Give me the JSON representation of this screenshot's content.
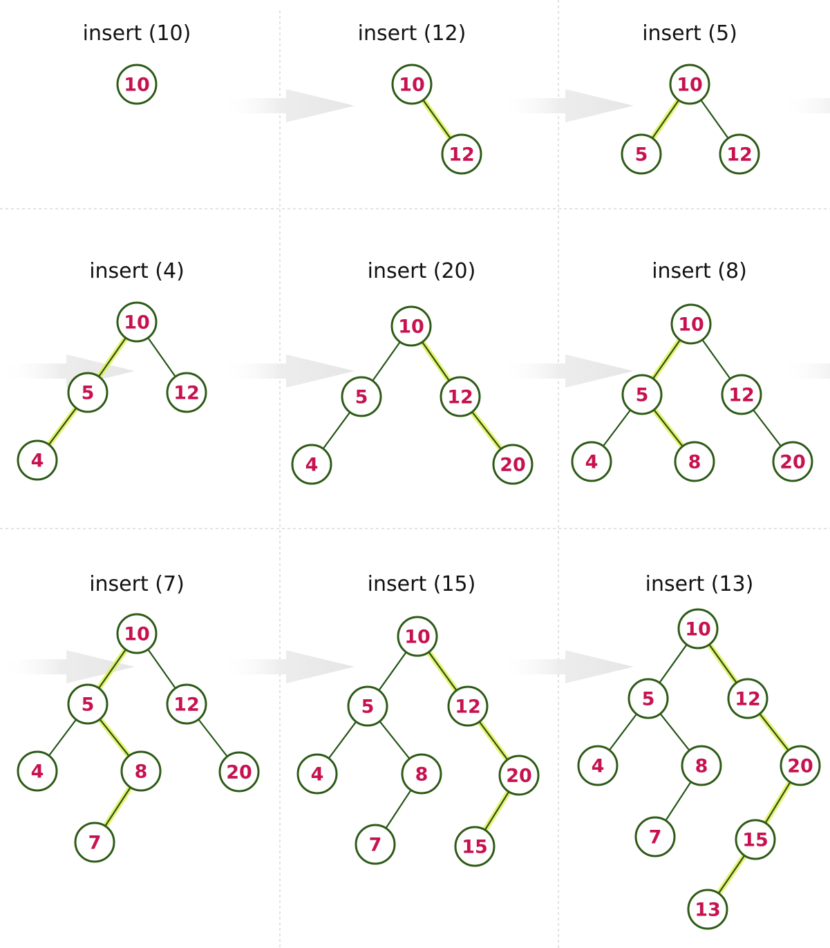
{
  "diagram": {
    "panels": [
      {
        "title": "insert (10)",
        "nodes": [
          {
            "id": "n10",
            "label": "10"
          }
        ],
        "edges": []
      },
      {
        "title": "insert (12)",
        "nodes": [
          {
            "id": "n10",
            "label": "10"
          },
          {
            "id": "n12",
            "label": "12"
          }
        ],
        "edges": [
          {
            "from": "n10",
            "to": "n12",
            "highlighted": true
          }
        ]
      },
      {
        "title": "insert (5)",
        "nodes": [
          {
            "id": "n10",
            "label": "10"
          },
          {
            "id": "n5",
            "label": "5"
          },
          {
            "id": "n12",
            "label": "12"
          }
        ],
        "edges": [
          {
            "from": "n10",
            "to": "n5",
            "highlighted": true
          },
          {
            "from": "n10",
            "to": "n12",
            "highlighted": false
          }
        ]
      },
      {
        "title": "insert (4)",
        "nodes": [
          {
            "id": "n10",
            "label": "10"
          },
          {
            "id": "n5",
            "label": "5"
          },
          {
            "id": "n12",
            "label": "12"
          },
          {
            "id": "n4",
            "label": "4"
          }
        ],
        "edges": [
          {
            "from": "n10",
            "to": "n5",
            "highlighted": true
          },
          {
            "from": "n10",
            "to": "n12",
            "highlighted": false
          },
          {
            "from": "n5",
            "to": "n4",
            "highlighted": true
          }
        ]
      },
      {
        "title": "insert (20)",
        "nodes": [
          {
            "id": "n10",
            "label": "10"
          },
          {
            "id": "n5",
            "label": "5"
          },
          {
            "id": "n12",
            "label": "12"
          },
          {
            "id": "n4",
            "label": "4"
          },
          {
            "id": "n20",
            "label": "20"
          }
        ],
        "edges": [
          {
            "from": "n10",
            "to": "n5",
            "highlighted": false
          },
          {
            "from": "n10",
            "to": "n12",
            "highlighted": true
          },
          {
            "from": "n5",
            "to": "n4",
            "highlighted": false
          },
          {
            "from": "n12",
            "to": "n20",
            "highlighted": true
          }
        ]
      },
      {
        "title": "insert (8)",
        "nodes": [
          {
            "id": "n10",
            "label": "10"
          },
          {
            "id": "n5",
            "label": "5"
          },
          {
            "id": "n12",
            "label": "12"
          },
          {
            "id": "n4",
            "label": "4"
          },
          {
            "id": "n8",
            "label": "8"
          },
          {
            "id": "n20",
            "label": "20"
          }
        ],
        "edges": [
          {
            "from": "n10",
            "to": "n5",
            "highlighted": true
          },
          {
            "from": "n10",
            "to": "n12",
            "highlighted": false
          },
          {
            "from": "n5",
            "to": "n4",
            "highlighted": false
          },
          {
            "from": "n5",
            "to": "n8",
            "highlighted": true
          },
          {
            "from": "n12",
            "to": "n20",
            "highlighted": false
          }
        ]
      },
      {
        "title": "insert (7)",
        "nodes": [
          {
            "id": "n10",
            "label": "10"
          },
          {
            "id": "n5",
            "label": "5"
          },
          {
            "id": "n12",
            "label": "12"
          },
          {
            "id": "n4",
            "label": "4"
          },
          {
            "id": "n8",
            "label": "8"
          },
          {
            "id": "n20",
            "label": "20"
          },
          {
            "id": "n7",
            "label": "7"
          }
        ],
        "edges": [
          {
            "from": "n10",
            "to": "n5",
            "highlighted": true
          },
          {
            "from": "n10",
            "to": "n12",
            "highlighted": false
          },
          {
            "from": "n5",
            "to": "n4",
            "highlighted": false
          },
          {
            "from": "n5",
            "to": "n8",
            "highlighted": true
          },
          {
            "from": "n12",
            "to": "n20",
            "highlighted": false
          },
          {
            "from": "n8",
            "to": "n7",
            "highlighted": true
          }
        ]
      },
      {
        "title": "insert (15)",
        "nodes": [
          {
            "id": "n10",
            "label": "10"
          },
          {
            "id": "n5",
            "label": "5"
          },
          {
            "id": "n12",
            "label": "12"
          },
          {
            "id": "n4",
            "label": "4"
          },
          {
            "id": "n8",
            "label": "8"
          },
          {
            "id": "n20",
            "label": "20"
          },
          {
            "id": "n7",
            "label": "7"
          },
          {
            "id": "n15",
            "label": "15"
          }
        ],
        "edges": [
          {
            "from": "n10",
            "to": "n5",
            "highlighted": false
          },
          {
            "from": "n10",
            "to": "n12",
            "highlighted": true
          },
          {
            "from": "n5",
            "to": "n4",
            "highlighted": false
          },
          {
            "from": "n5",
            "to": "n8",
            "highlighted": false
          },
          {
            "from": "n12",
            "to": "n20",
            "highlighted": true
          },
          {
            "from": "n8",
            "to": "n7",
            "highlighted": false
          },
          {
            "from": "n20",
            "to": "n15",
            "highlighted": true
          }
        ]
      },
      {
        "title": "insert (13)",
        "nodes": [
          {
            "id": "n10",
            "label": "10"
          },
          {
            "id": "n5",
            "label": "5"
          },
          {
            "id": "n12",
            "label": "12"
          },
          {
            "id": "n4",
            "label": "4"
          },
          {
            "id": "n8",
            "label": "8"
          },
          {
            "id": "n20",
            "label": "20"
          },
          {
            "id": "n7",
            "label": "7"
          },
          {
            "id": "n15",
            "label": "15"
          },
          {
            "id": "n13",
            "label": "13"
          }
        ],
        "edges": [
          {
            "from": "n10",
            "to": "n5",
            "highlighted": false
          },
          {
            "from": "n10",
            "to": "n12",
            "highlighted": true
          },
          {
            "from": "n5",
            "to": "n4",
            "highlighted": false
          },
          {
            "from": "n5",
            "to": "n8",
            "highlighted": false
          },
          {
            "from": "n12",
            "to": "n20",
            "highlighted": true
          },
          {
            "from": "n8",
            "to": "n7",
            "highlighted": false
          },
          {
            "from": "n20",
            "to": "n15",
            "highlighted": true
          },
          {
            "from": "n15",
            "to": "n13",
            "highlighted": true
          }
        ]
      }
    ],
    "colors": {
      "node_stroke": "#2d5a16",
      "node_label": "#c7124f",
      "edge": "#245416",
      "edge_highlight": "#e4f05a",
      "arrow": "#ececec"
    }
  }
}
